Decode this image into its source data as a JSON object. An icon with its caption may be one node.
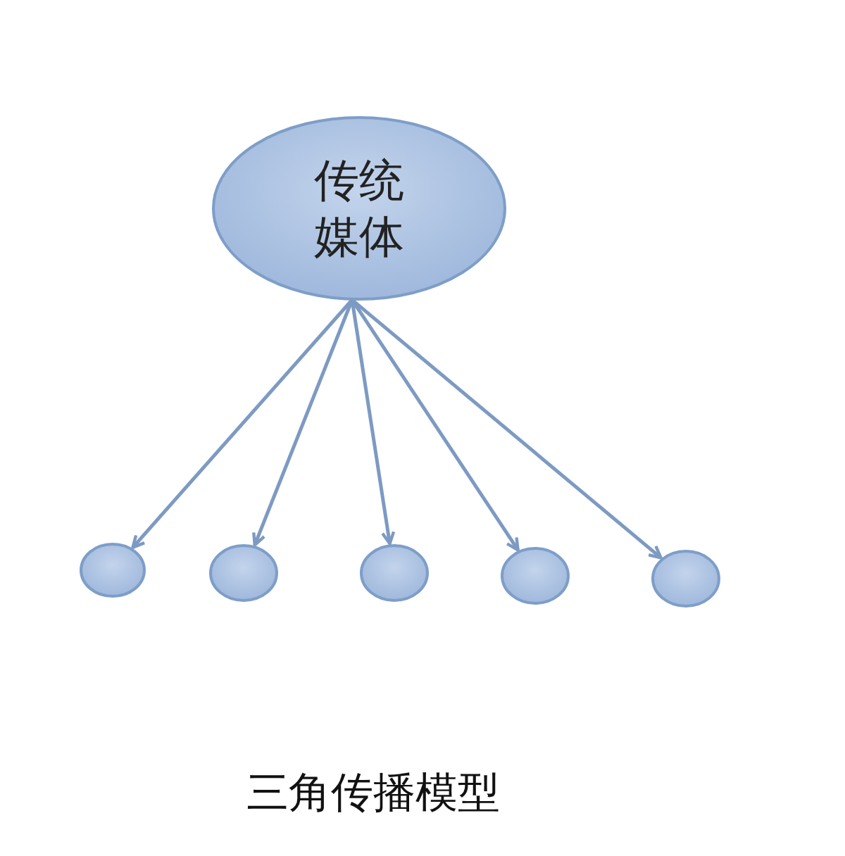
{
  "diagram": {
    "caption": "三角传播模型",
    "nodes": [
      {
        "text": [
          "传统媒体"
        ]
      },
      {
        "text": [],
        "shape": "circle"
      },
      {
        "text": [],
        "shape": "circle"
      },
      {
        "text": [],
        "shape": "circle"
      },
      {
        "text": [],
        "shape": "circle"
      },
      {
        "text": [],
        "shape": "circle"
      }
    ],
    "edges": [
      {
        "from": 0,
        "to": 1,
        "arrow": "to"
      },
      {
        "from": 0,
        "to": 2,
        "arrow": "to"
      },
      {
        "from": 0,
        "to": 3,
        "arrow": "to"
      },
      {
        "from": 0,
        "to": 4,
        "arrow": "to"
      },
      {
        "from": 0,
        "to": 5,
        "arrow": "to"
      }
    ]
  }
}
